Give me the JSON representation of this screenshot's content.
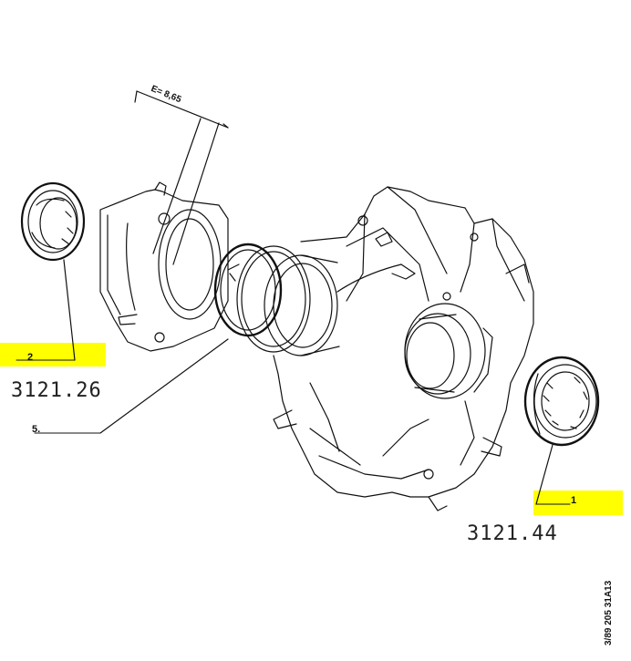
{
  "dimension_label": "E= 8,65",
  "callouts": {
    "part1": "1",
    "part2": "2",
    "part5": "5."
  },
  "references": {
    "part2_ref": "3121.26",
    "part1_ref": "3121.44"
  },
  "drawing_code": "3/89   205   31A13",
  "colors": {
    "highlight": "#ffff00",
    "line": "#111111"
  }
}
